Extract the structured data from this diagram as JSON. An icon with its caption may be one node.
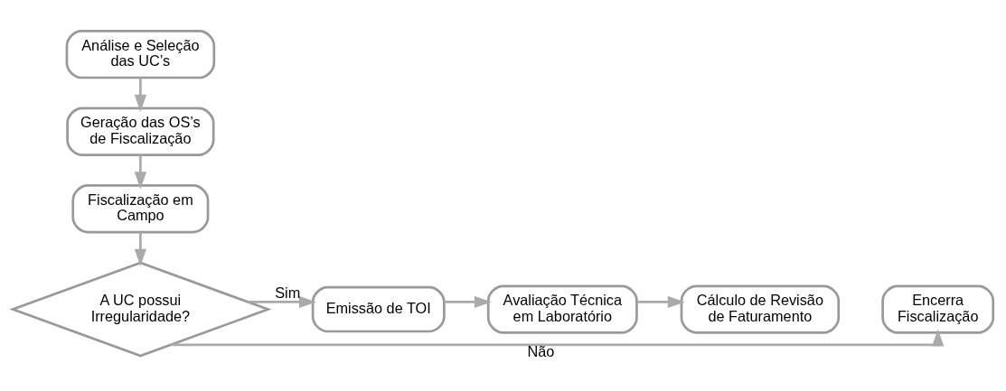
{
  "diagram": {
    "nodes": [
      {
        "text": [
          "Análise e Seleção das UC’s"
        ]
      },
      {
        "text": [
          "Geração das OS’s de Fiscalização"
        ]
      },
      {
        "text": [
          "Fiscalização em Campo"
        ]
      },
      {
        "text": [
          "Encerra Fiscalização"
        ]
      },
      {
        "text": [
          "A UC possui Irregularidade?"
        ]
      },
      {
        "text": [
          "Emissão de TOI"
        ]
      },
      {
        "text": [
          "Avaliação Técnica em Laboratório"
        ]
      },
      {
        "text": [
          "Cálculo de Revisão de Faturamento"
        ]
      }
    ],
    "edges": [
      {
        "from": 0,
        "to": 1,
        "arrow": "to"
      },
      {
        "from": 1,
        "to": 2,
        "arrow": "to"
      },
      {
        "from": 2,
        "to": 4,
        "arrow": "to"
      },
      {
        "from": 4,
        "to": 3,
        "arrow": "to",
        "label": "Não"
      },
      {
        "from": 4,
        "to": 5,
        "arrow": "to",
        "label": "Sim"
      },
      {
        "from": 5,
        "to": 6,
        "arrow": "to"
      },
      {
        "from": 6,
        "to": 7,
        "arrow": "to"
      }
    ]
  }
}
